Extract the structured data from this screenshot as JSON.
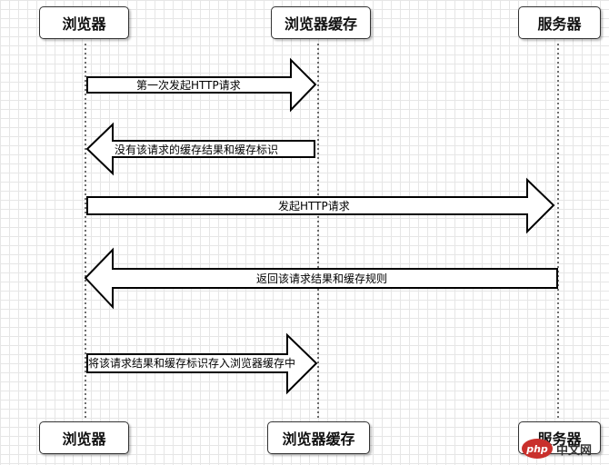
{
  "participants": {
    "browser": "浏览器",
    "browser_cache": "浏览器缓存",
    "server": "服务器"
  },
  "messages": [
    {
      "text": "第一次发起HTTP请求",
      "from": "browser",
      "to": "browser_cache"
    },
    {
      "text": "没有该请求的缓存结果和缓存标识",
      "from": "browser_cache",
      "to": "browser"
    },
    {
      "text": "发起HTTP请求",
      "from": "browser",
      "to": "server"
    },
    {
      "text": "返回该请求结果和缓存规则",
      "from": "server",
      "to": "browser"
    },
    {
      "text": "将该请求结果和缓存标识存入浏览器缓存中",
      "from": "browser",
      "to": "browser_cache"
    }
  ],
  "watermark": {
    "logo": "php",
    "text": "中文网"
  }
}
